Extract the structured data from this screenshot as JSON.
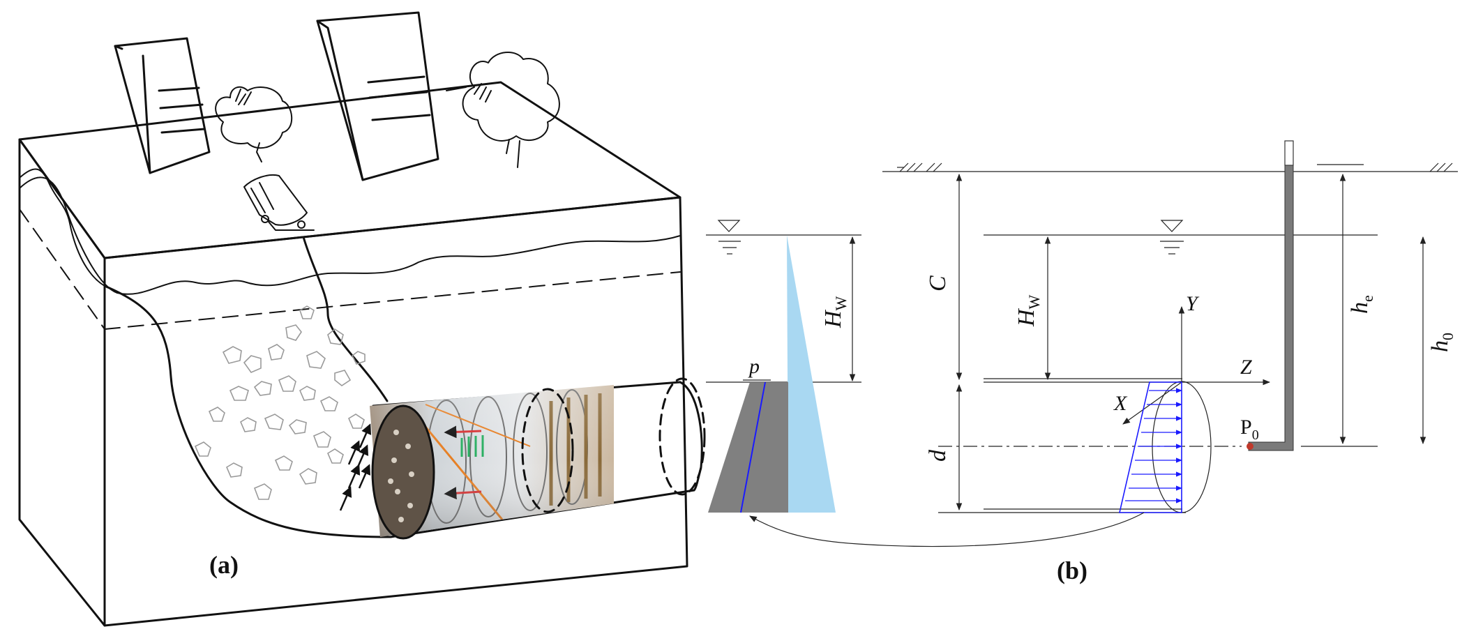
{
  "captions": {
    "a": "(a)",
    "b": "(b)"
  },
  "labels": {
    "p": "p",
    "H": "H",
    "W": "W",
    "C": "C",
    "d": "d",
    "h": "h",
    "e": "e",
    "zero": "0",
    "X": "X",
    "Y": "Y",
    "Z": "Z",
    "P": "P"
  },
  "colors": {
    "water": "#a9d8f2",
    "soil_face": "#808080",
    "pressure_line": "#1a1aff",
    "standpipe": "#7a7a7a",
    "point": "#c0392b"
  }
}
